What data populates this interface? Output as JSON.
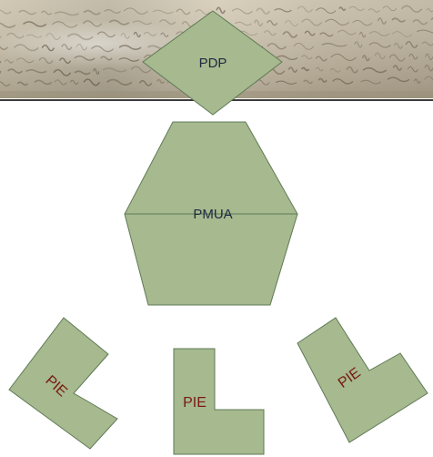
{
  "colors": {
    "shape_fill": "#a6b98f",
    "shape_stroke": "#5f7a55",
    "pie_text": "#7a1a12",
    "label_text": "#1e2a40",
    "divider": "#3a3a3a"
  },
  "banner": {
    "description_icon": "manuscript-banner"
  },
  "nodes": {
    "pdp": {
      "label": "PDP"
    },
    "pmua": {
      "label": "PMUA"
    },
    "pie_left": {
      "label": "PIE"
    },
    "pie_center": {
      "label": "PIE"
    },
    "pie_right": {
      "label": "PIE"
    }
  }
}
